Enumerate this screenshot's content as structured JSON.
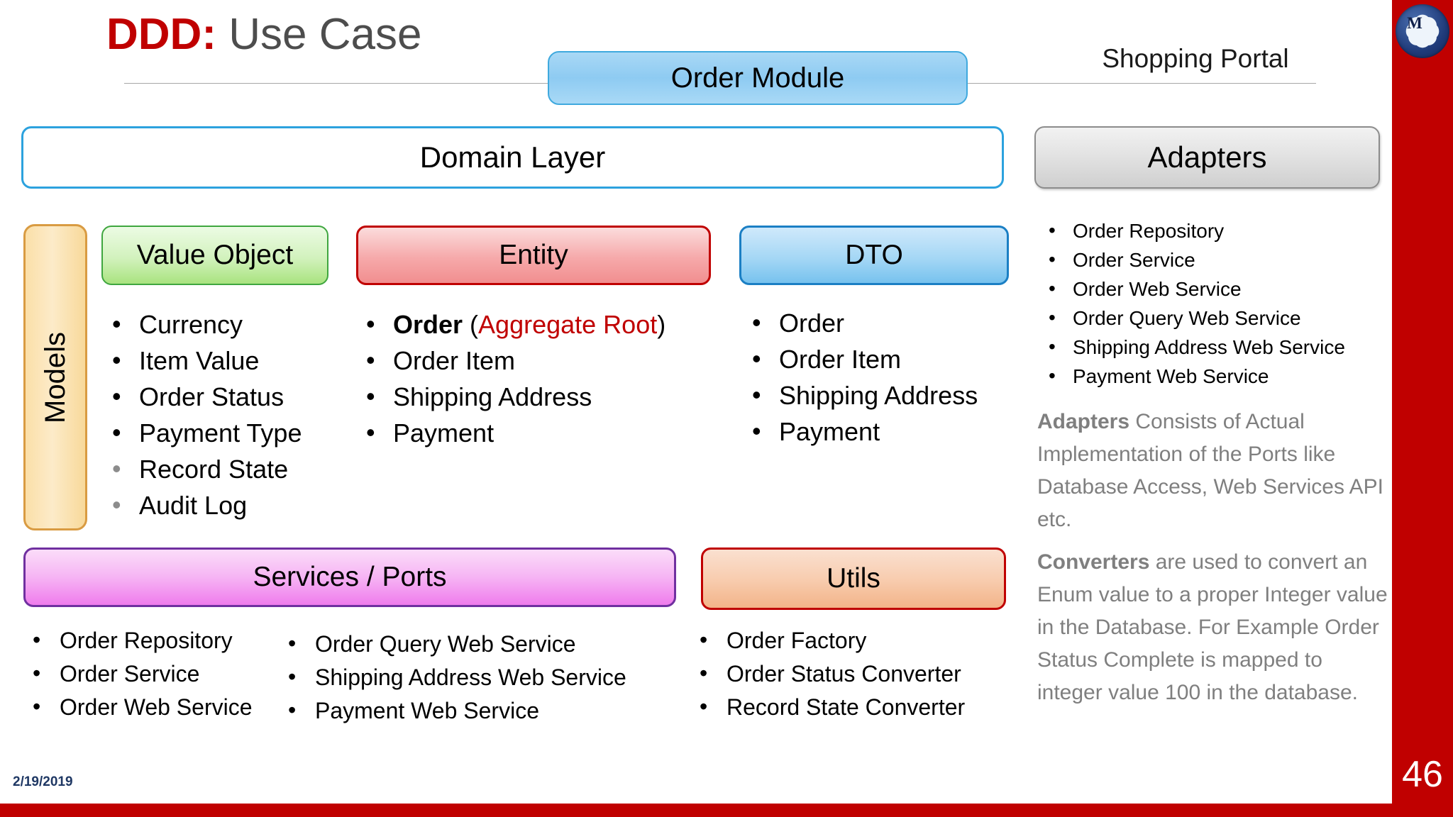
{
  "slide": {
    "title_accent": "DDD:",
    "title_rest": " Use Case",
    "header_right": "Shopping Portal",
    "date": "2/19/2019",
    "page_number": "46",
    "logo_letter": "M",
    "colors": {
      "accent_red": "#C00000",
      "title_gray": "#4D4D4D",
      "note_gray": "#7F7F7F",
      "domain_blue": "#2CA2DE",
      "value_object_green": "#3FA63F",
      "entity_red": "#C00000",
      "dto_blue": "#1B7FC4",
      "services_purple": "#7030A0",
      "models_orange": "#D99B42"
    }
  },
  "order_module": {
    "label": "Order Module"
  },
  "domain_layer": {
    "label": "Domain Layer"
  },
  "models": {
    "label": "Models"
  },
  "value_object": {
    "label": "Value Object",
    "items": [
      {
        "text": "Currency",
        "dim": false
      },
      {
        "text": "Item Value",
        "dim": false
      },
      {
        "text": "Order Status",
        "dim": false
      },
      {
        "text": "Payment Type",
        "dim": false
      },
      {
        "text": "Record State",
        "dim": true
      },
      {
        "text": "Audit Log",
        "dim": true
      }
    ]
  },
  "entity": {
    "label": "Entity",
    "first_item": {
      "strong": "Order",
      "paren_open": " (",
      "accent": "Aggregate Root",
      "paren_close": ")"
    },
    "items": [
      "Order Item",
      "Shipping Address",
      "Payment"
    ]
  },
  "dto": {
    "label": "DTO",
    "items": [
      "Order",
      "Order Item",
      "Shipping Address",
      "Payment"
    ]
  },
  "adapters": {
    "label": "Adapters",
    "items": [
      "Order Repository",
      "Order Service",
      "Order Web Service",
      "Order Query Web Service",
      "Shipping Address Web Service",
      "Payment Web Service"
    ],
    "note_title": "Adapters",
    "note_body": " Consists of Actual Implementation of the Ports like Database Access, Web Services API etc."
  },
  "converters": {
    "note_title": "Converters",
    "note_body": " are used to convert an Enum value to a proper Integer value in the Database. For Example Order Status Complete is mapped to integer value 100 in the database."
  },
  "services": {
    "label": "Services / Ports",
    "items_left": [
      "Order Repository",
      "Order Service",
      "Order Web Service"
    ],
    "items_right": [
      "Order Query Web Service",
      "Shipping Address Web Service",
      "Payment Web Service"
    ]
  },
  "utils": {
    "label": "Utils",
    "items": [
      "Order Factory",
      "Order Status Converter",
      "Record State Converter"
    ]
  }
}
